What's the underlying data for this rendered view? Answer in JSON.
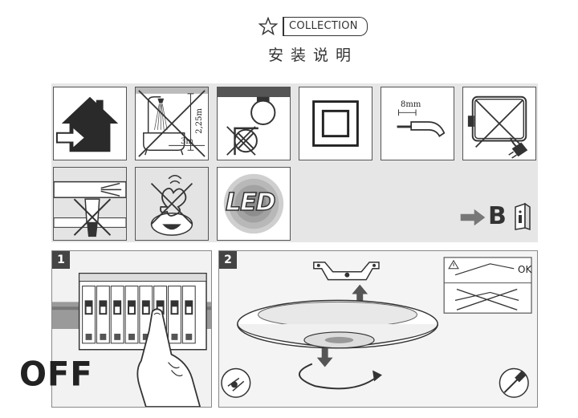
{
  "header": {
    "brand_label": "COLLECTION",
    "subtitle": "安装说明",
    "icons": [
      "star-icon"
    ]
  },
  "safety_icons": [
    {
      "name": "indoor-use-icon"
    },
    {
      "name": "bathroom-zone-no-icon",
      "dim_height": "2,25m",
      "dim_width": "3m"
    },
    {
      "name": "no-covering-lamp-icon"
    },
    {
      "name": "double-insulation-icon"
    },
    {
      "name": "wire-strip-length-icon",
      "dim_strip": "8mm"
    },
    {
      "name": "no-plug-connection-icon"
    },
    {
      "name": "no-cable-reuse-icon"
    },
    {
      "name": "no-bulb-replacement-icon"
    },
    {
      "name": "led-icon",
      "text": "LED"
    }
  ],
  "refer_sheet": {
    "letter": "B",
    "icons": [
      "arrow-right-icon",
      "manual-book-icon"
    ]
  },
  "steps": [
    {
      "number": "1",
      "text": "OFF",
      "icons": [
        "circuit-breaker-icon",
        "hand-pointing-icon"
      ]
    },
    {
      "number": "2",
      "ok_label": "OK",
      "icons": [
        "mounting-bracket-icon",
        "ceiling-lamp-icon",
        "rotate-arrow-icon",
        "screw-icon",
        "screwdriver-icon",
        "warning-triangle-icon"
      ]
    }
  ],
  "colors": {
    "panel_gray": "#e6e6e6",
    "dark": "#444444",
    "arrow_gray": "#666666"
  }
}
